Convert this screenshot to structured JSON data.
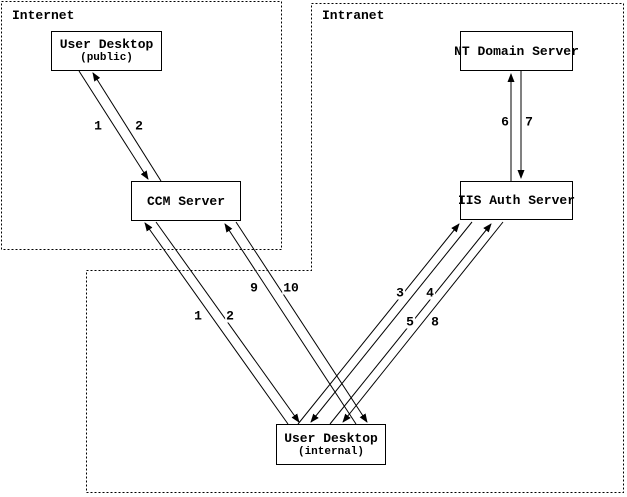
{
  "diagram": {
    "zones": [
      {
        "id": "internet",
        "label": "Internet"
      },
      {
        "id": "intranet",
        "label": "Intranet"
      }
    ],
    "nodes": [
      {
        "id": "user_desktop_public",
        "title": "User Desktop",
        "subtitle": "(public)",
        "zone": "internet"
      },
      {
        "id": "ccm_server",
        "title": "CCM Server",
        "zone": "internet"
      },
      {
        "id": "nt_domain_server",
        "title": "NT Domain Server",
        "zone": "intranet"
      },
      {
        "id": "iis_auth_server",
        "title": "IIS Auth Server",
        "zone": "intranet"
      },
      {
        "id": "user_desktop_internal",
        "title": "User Desktop",
        "subtitle": "(internal)",
        "zone": "intranet"
      }
    ],
    "edges": [
      {
        "label": "1",
        "from": "user_desktop_public",
        "to": "ccm_server"
      },
      {
        "label": "2",
        "from": "ccm_server",
        "to": "user_desktop_public"
      },
      {
        "label": "1",
        "from": "user_desktop_internal",
        "to": "ccm_server"
      },
      {
        "label": "2",
        "from": "ccm_server",
        "to": "user_desktop_internal"
      },
      {
        "label": "3",
        "from": "user_desktop_internal",
        "to": "iis_auth_server"
      },
      {
        "label": "4",
        "from": "iis_auth_server",
        "to": "user_desktop_internal"
      },
      {
        "label": "5",
        "from": "user_desktop_internal",
        "to": "iis_auth_server"
      },
      {
        "label": "8",
        "from": "iis_auth_server",
        "to": "user_desktop_internal"
      },
      {
        "label": "9",
        "from": "user_desktop_internal",
        "to": "ccm_server"
      },
      {
        "label": "10",
        "from": "ccm_server",
        "to": "user_desktop_internal"
      },
      {
        "label": "6",
        "from": "iis_auth_server",
        "to": "nt_domain_server"
      },
      {
        "label": "7",
        "from": "nt_domain_server",
        "to": "iis_auth_server"
      }
    ],
    "colors": {
      "line": "#000000",
      "background": "#ffffff"
    }
  }
}
